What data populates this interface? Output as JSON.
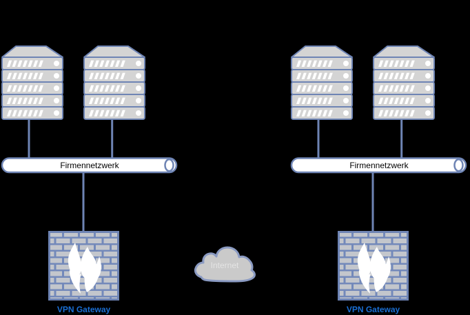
{
  "diagram": {
    "type": "vpn-site-to-site-network-topology",
    "background": "#000000",
    "internet": {
      "label": "Internet"
    },
    "sites": [
      {
        "id": "left",
        "network_label": "Firmennetzwerk",
        "gateway_label": "VPN Gateway",
        "server_stacks": 2
      },
      {
        "id": "right",
        "network_label": "Firmennetzwerk",
        "gateway_label": "VPN Gateway",
        "server_stacks": 2
      }
    ],
    "icons": {
      "server": "server-stack-icon",
      "firewall": "firewall-brick-flame-icon",
      "internet": "cloud-icon"
    },
    "colors": {
      "shape_border": "#6e84b4",
      "server_fill": "#d4d4d4",
      "server_stripes": "#ffffff",
      "wall_mortar": "#7389ba",
      "wall_brick": "#c3c6cc",
      "flame": "#ffffff",
      "bus_fill": "#ffffff",
      "bus_text": "#000000",
      "gateway_label_text": "#1a6fd4",
      "cloud_fill": "#cacaca",
      "cloud_border": "#8a9ac2",
      "cloud_text": "#e4e4e4"
    }
  }
}
